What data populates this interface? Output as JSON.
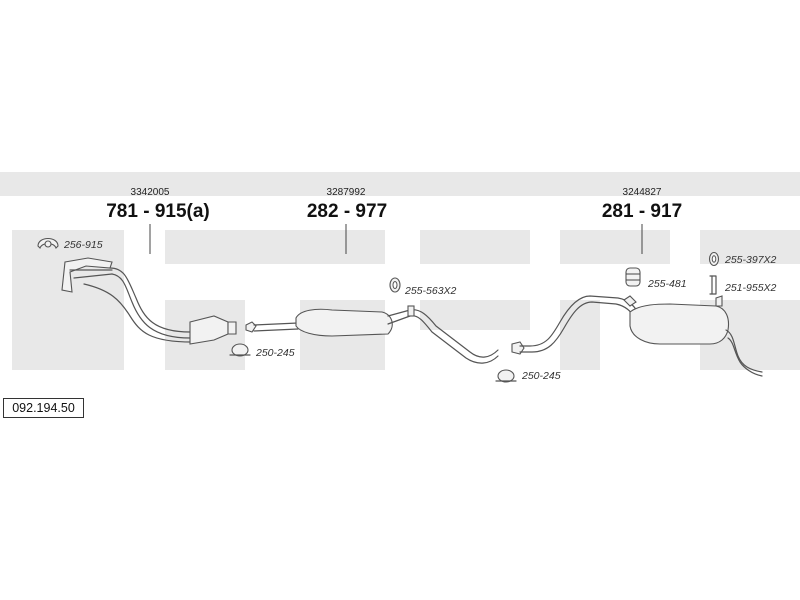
{
  "diagram_code": "092.194.50",
  "assemblies": [
    {
      "ref_code": "3342005",
      "part_number": "781 - 915(a)"
    },
    {
      "ref_code": "3287992",
      "part_number": "282 - 977"
    },
    {
      "ref_code": "3244827",
      "part_number": "281 - 917"
    }
  ],
  "accessories": [
    {
      "code": "256-915",
      "icon": "gasket-icon"
    },
    {
      "code": "250-245",
      "icon": "pipe-clamp-icon"
    },
    {
      "code": "255-563X2",
      "icon": "rubber-hanger-ring-icon"
    },
    {
      "code": "250-245",
      "icon": "pipe-clamp-icon"
    },
    {
      "code": "255-481",
      "icon": "rubber-mount-icon"
    },
    {
      "code": "255-397X2",
      "icon": "rubber-hanger-ring-icon"
    },
    {
      "code": "251-955X2",
      "icon": "bracket-icon"
    }
  ]
}
